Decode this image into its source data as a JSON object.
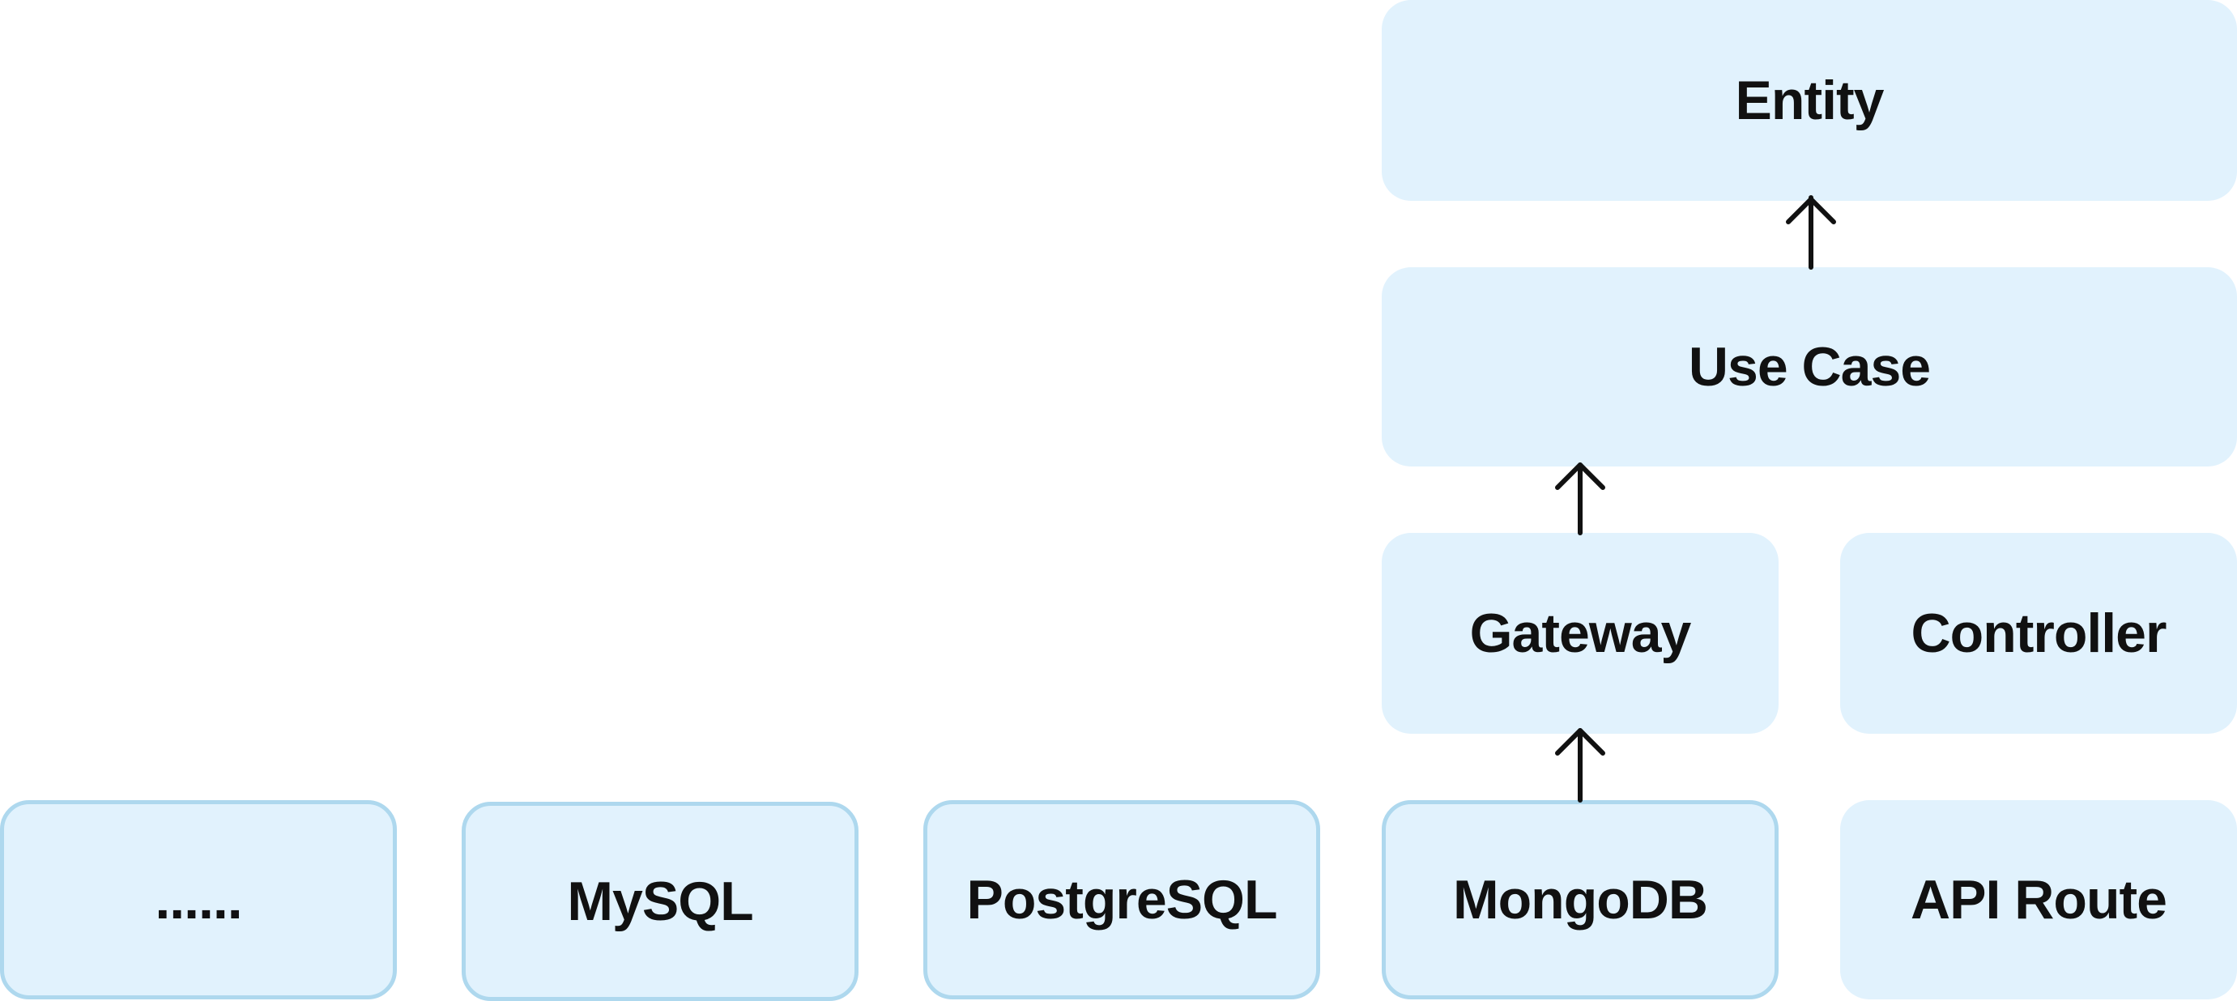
{
  "boxes": {
    "entity": "Entity",
    "use_case": "Use Case",
    "gateway": "Gateway",
    "controller": "Controller",
    "more": "......",
    "mysql": "MySQL",
    "postgresql": "PostgreSQL",
    "mongodb": "MongoDB",
    "api_route": "API Route"
  },
  "colors": {
    "box_fill": "#e1f2fd",
    "box_outline": "#aed8ee",
    "text": "#111111",
    "arrow": "#111111"
  }
}
